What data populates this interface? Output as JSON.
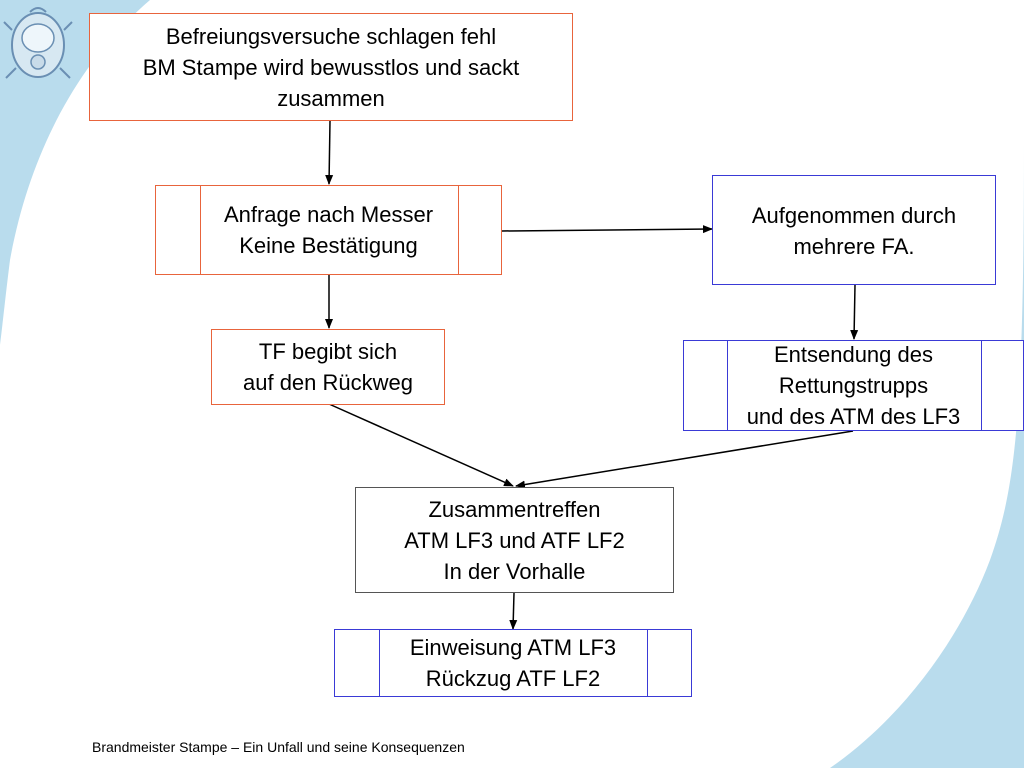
{
  "slide": {
    "footer": "Brandmeister Stampe – Ein Unfall und seine Konsequenzen",
    "boxes": {
      "befreiung": [
        "Befreiungsversuche schlagen fehl",
        "BM Stampe wird bewusstlos und sackt",
        "zusammen"
      ],
      "anfrage": [
        "Anfrage nach Messer",
        "Keine Bestätigung"
      ],
      "aufgenommen": [
        "Aufgenommen durch",
        "mehrere FA."
      ],
      "tf": [
        "TF begibt sich",
        "auf den Rückweg"
      ],
      "entsendung": [
        "Entsendung des",
        "Rettungstrupps",
        "und des ATM des LF3"
      ],
      "zusammentreffen": [
        "Zusammentreffen",
        "ATM LF3 und ATF LF2",
        "In der Vorhalle"
      ],
      "einweisung": [
        "Einweisung ATM LF3",
        "Rückzug ATF LF2"
      ]
    }
  },
  "colors": {
    "background_arc": "#b9dced",
    "red_border": "#e8643c",
    "blue_border": "#3a3ad6",
    "black_border": "#555555"
  },
  "icons": {
    "logo": "breathing-mask-icon"
  }
}
